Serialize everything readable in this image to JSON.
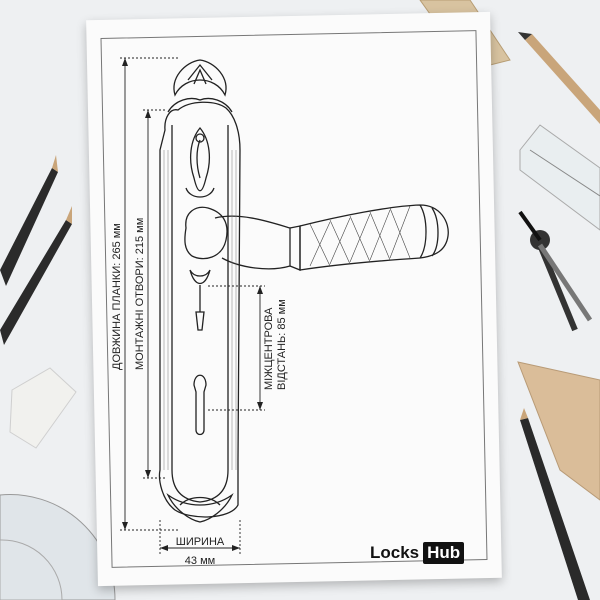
{
  "drawing": {
    "labels": {
      "plate_length": "ДОВЖИНА ПЛАНКИ: 265 мм",
      "mounting_holes": "МОНТАЖНІ ОТВОРИ: 215 мм",
      "center_distance_line1": "МІЖЦЕНТРОВА",
      "center_distance_line2": "ВІДСТАНЬ: 85 мм",
      "width_label": "ШИРИНА",
      "width_value": "43 мм"
    }
  },
  "brand": {
    "part1": "Locks",
    "part2": "Hub"
  },
  "colors": {
    "ink": "#222222",
    "paper": "#fbfbfb",
    "desk": "#eef0f2"
  }
}
